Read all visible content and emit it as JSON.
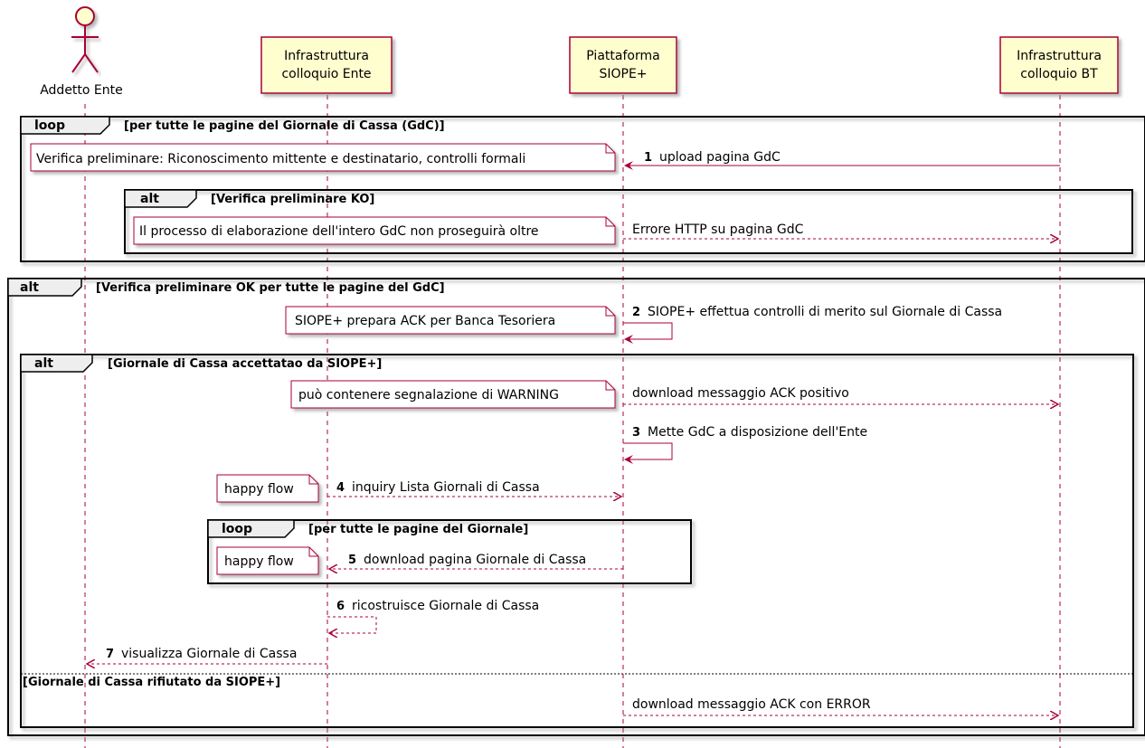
{
  "actors": {
    "addetto": "Addetto Ente",
    "infra_ente": [
      "Infrastruttura",
      "colloquio Ente"
    ],
    "siope": [
      "Piattaforma",
      "SIOPE+"
    ],
    "infra_bt": [
      "Infrastruttura",
      "colloquio BT"
    ]
  },
  "frames": {
    "loop1": {
      "keyword": "loop",
      "guard": "[per tutte le pagine del Giornale di Cassa (GdC)]"
    },
    "alt_ko": {
      "keyword": "alt",
      "guard": "[Verifica preliminare KO]"
    },
    "alt_ok": {
      "keyword": "alt",
      "guard": "[Verifica preliminare OK per tutte le pagine del GdC]"
    },
    "alt_acc": {
      "keyword": "alt",
      "guard": "[Giornale di Cassa accettatao da SIOPE+]",
      "else_guard": "[Giornale di Cassa rifiutato da SIOPE+]"
    },
    "loop2": {
      "keyword": "loop",
      "guard": "[per tutte le pagine del Giornale]"
    }
  },
  "notes": {
    "verifica": "Verifica preliminare: Riconoscimento mittente e destinatario, controlli formali",
    "processo": "Il processo di elaborazione dell'intero GdC non proseguirà oltre",
    "prepara_ack": "SIOPE+ prepara ACK per Banca Tesoriera",
    "warning": "può contenere segnalazione di WARNING",
    "happy1": "happy flow",
    "happy2": "happy flow"
  },
  "messages": {
    "m1": {
      "num": "1",
      "text": "upload pagina GdC"
    },
    "err": {
      "text": "Errore HTTP su pagina GdC"
    },
    "m2": {
      "num": "2",
      "text": "SIOPE+ effettua controlli di merito sul Giornale di Cassa"
    },
    "ack_pos": {
      "text": "download messaggio ACK positivo"
    },
    "m3": {
      "num": "3",
      "text": "Mette GdC a disposizione dell'Ente"
    },
    "m4": {
      "num": "4",
      "text": "inquiry Lista Giornali di Cassa"
    },
    "m5": {
      "num": "5",
      "text": "download pagina Giornale di Cassa"
    },
    "m6": {
      "num": "6",
      "text": "ricostruisce Giornale di Cassa"
    },
    "m7": {
      "num": "7",
      "text": "visualizza Giornale di Cassa"
    },
    "ack_err": {
      "text": "download messaggio ACK con ERROR"
    }
  },
  "colors": {
    "arrow": "#a80036",
    "participant_fill": "#fefece",
    "note_border": "#a80036",
    "lifeline": "#a80036",
    "frame": "#000000"
  }
}
